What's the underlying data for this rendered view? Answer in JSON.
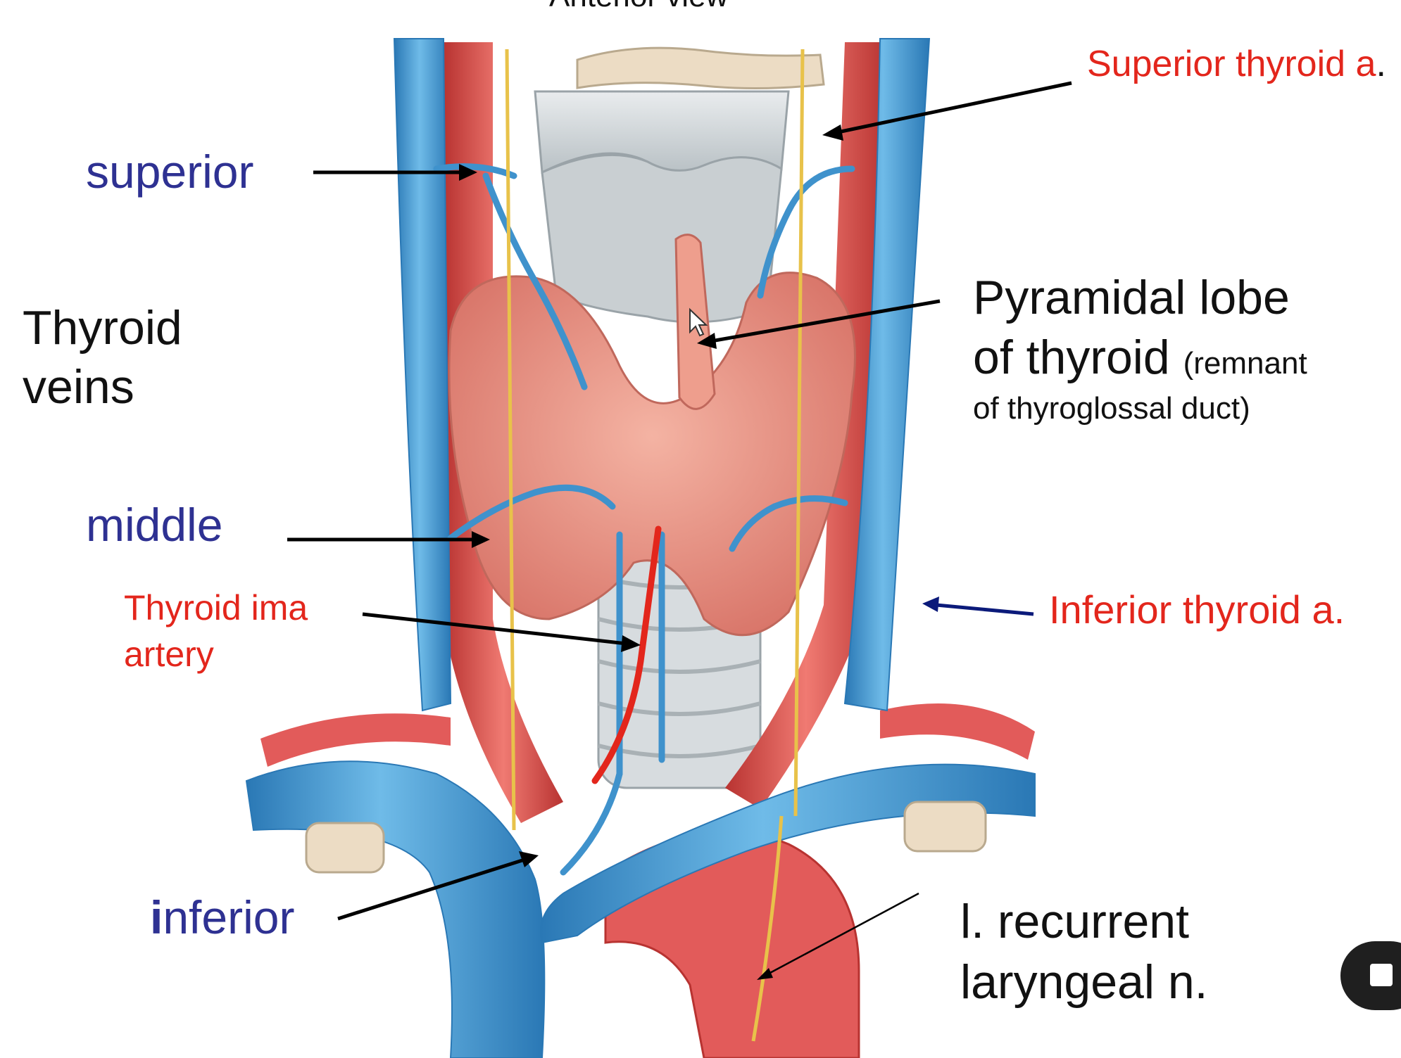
{
  "labels": {
    "top_caption": "Anterior view",
    "superior": "superior",
    "thyroid_veins_line1": "Thyroid",
    "thyroid_veins_line2": "veins",
    "middle": "middle",
    "thyroid_ima_line1": "Thyroid ima",
    "thyroid_ima_line2": "artery",
    "inferior_first": "i",
    "inferior_rest": "nferior",
    "superior_thyroid_a": "Superior thyroid a",
    "superior_thyroid_a_dot": ".",
    "pyramidal_line1": "Pyramidal lobe",
    "pyramidal_line2": "of thyroid",
    "pyramidal_remnant": "(remnant",
    "pyramidal_line3": "of thyroglossal duct)",
    "inferior_thyroid_a": "Inferior thyroid a.",
    "recurrent_line1": "l. recurrent",
    "recurrent_line2": "laryngeal n."
  },
  "colors": {
    "vein_blue": "#4fa3d8",
    "vein_dark": "#2a78b5",
    "artery_red": "#e0524e",
    "gland_pink": "#e8927f",
    "cartilage_gray": "#cfd4d6",
    "nerve_yellow": "#e8c24a",
    "ima_line_red": "#e3261c",
    "label_blue": "#2e3192",
    "label_red": "#e3261c"
  },
  "icons": {
    "stop_button": "stop-icon",
    "cursor": "cursor-icon"
  }
}
